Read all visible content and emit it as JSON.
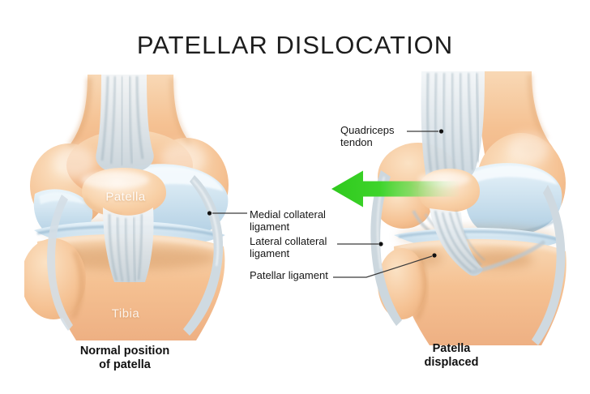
{
  "title": "PATELLAR DISLOCATION",
  "captions": {
    "left": "Normal position\nof patella",
    "right": "Patella\ndisplaced"
  },
  "annotations": {
    "quadriceps_tendon": "Quadriceps\ntendon",
    "medial_collateral_ligament": "Medial collateral\nligament",
    "lateral_collateral_ligament": "Lateral collateral\nligament",
    "patellar_ligament": "Patellar ligament"
  },
  "bone_labels": {
    "patella": "Patella",
    "tibia": "Tibia"
  },
  "colors": {
    "background": "#ffffff",
    "title_text": "#1d1d1d",
    "annotation_text": "#161616",
    "caption_text": "#111111",
    "bone_label_text": "#ffffff",
    "bone_peach": "#f5c192",
    "bone_highlight": "#fbe3c8",
    "bone_shadow": "#d1945c",
    "cartilage_blue": "#aecde2",
    "cartilage_light": "#eaf4fa",
    "tendon_gray": "#c9d5dd",
    "tendon_streak": "#9db0bb",
    "ligament_band": "#cfdae1",
    "arrow_green": "#3ed42b",
    "pointer_line": "#3a3a3a"
  }
}
